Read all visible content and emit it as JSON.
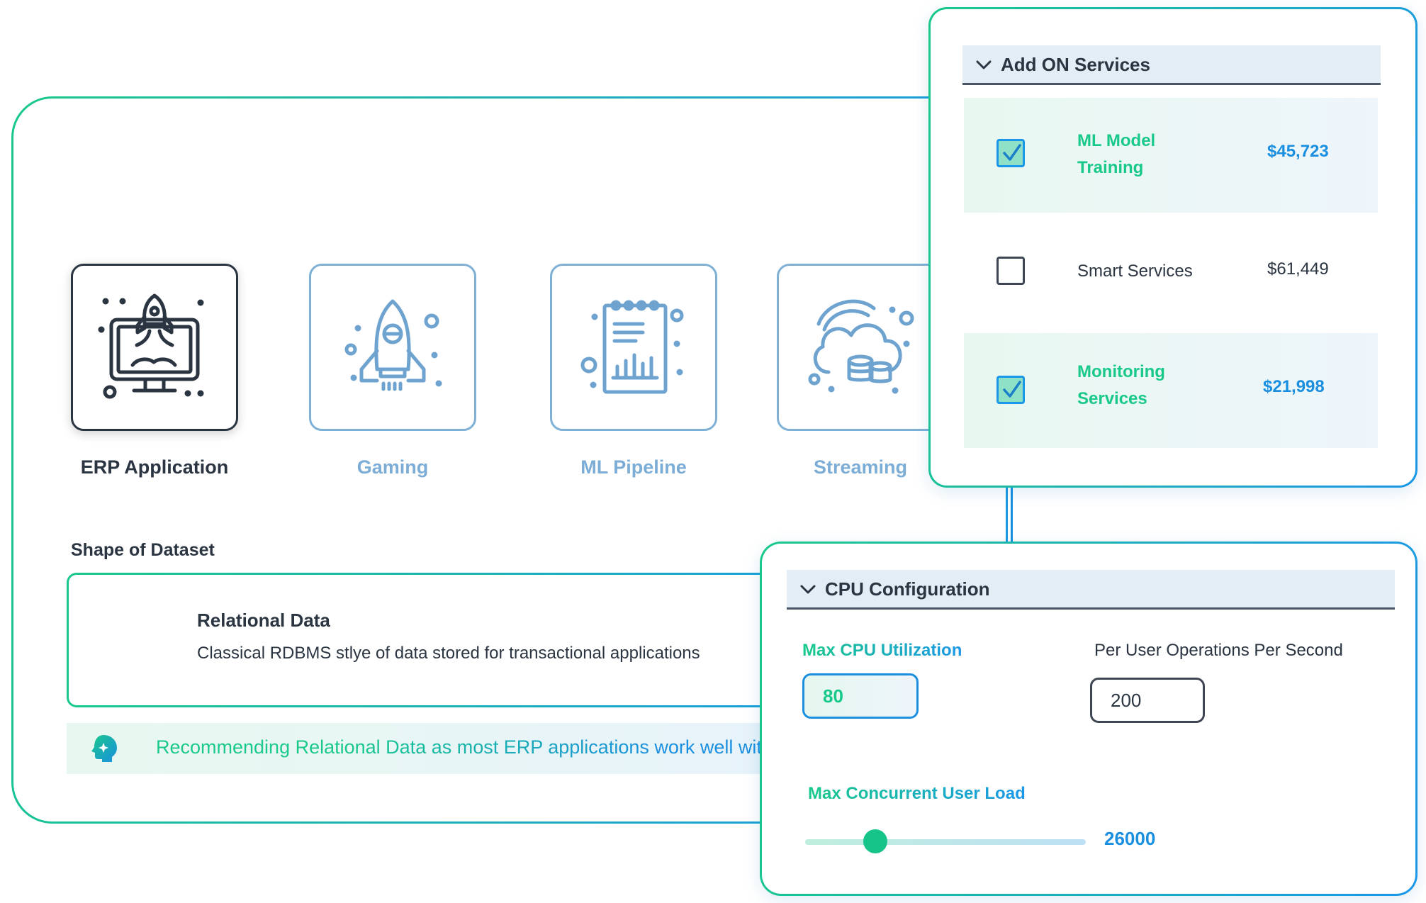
{
  "app_types": [
    {
      "label": "ERP Application",
      "icon": "rocket-monitor-icon",
      "selected": true
    },
    {
      "label": "Gaming",
      "icon": "rocket-icon",
      "selected": false
    },
    {
      "label": "ML Pipeline",
      "icon": "report-chart-icon",
      "selected": false
    },
    {
      "label": "Streaming",
      "icon": "cloud-database-icon",
      "selected": false
    }
  ],
  "dataset": {
    "section_title": "Shape of Dataset",
    "title": "Relational Data",
    "description": "Classical RDBMS stlye of data stored for transactional applications"
  },
  "recommendation": {
    "icon": "ai-brain-icon",
    "text": "Recommending Relational Data as most ERP applications work well with it"
  },
  "addons": {
    "title": "Add ON Services",
    "items": [
      {
        "name_line1": "ML Model",
        "name_line2": "Training",
        "price": "$45,723",
        "checked": true
      },
      {
        "name_line1": "Smart Services",
        "name_line2": "",
        "price": "$61,449",
        "checked": false
      },
      {
        "name_line1": "Monitoring",
        "name_line2": "Services",
        "price": "$21,998",
        "checked": true
      }
    ]
  },
  "cpu": {
    "title": "CPU Configuration",
    "max_cpu_label": "Max CPU Utilization",
    "max_cpu_value": "80",
    "ops_label": "Per User Operations Per Second",
    "ops_value": "200",
    "user_load_label": "Max Concurrent User Load",
    "user_load_value": "26000",
    "user_load_fraction": 0.25
  },
  "colors": {
    "accent_green": "#19c98a",
    "accent_blue": "#1a97e8",
    "text_dark": "#2b3542",
    "tile_inactive": "#7fb0d6"
  }
}
